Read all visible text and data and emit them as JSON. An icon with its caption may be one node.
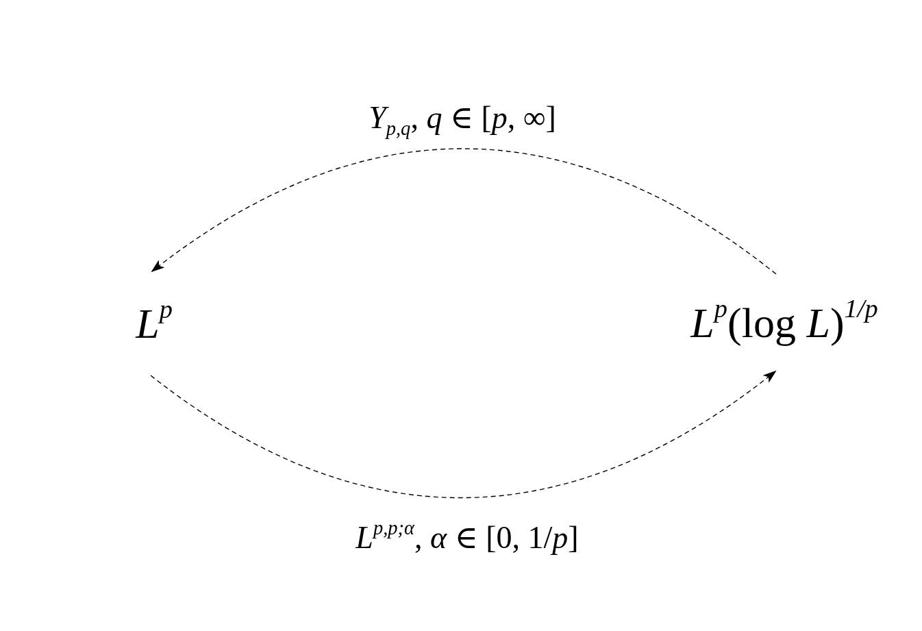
{
  "diagram": {
    "nodes": [
      {
        "text": [
          "*L*$^{p}$"
        ]
      },
      {
        "text": [
          "*L*$^{p}$(log *L*)$^{1/p}$"
        ]
      }
    ],
    "edges": [
      {
        "from": 1,
        "to": 0,
        "arrow": "to",
        "style": "dashed",
        "label": "*Y*$_{p,q}$, *q* ∈ [*p*, ∞]"
      },
      {
        "from": 0,
        "to": 1,
        "arrow": "to",
        "style": "dashed",
        "label": "*L*$^{p,p;α}$, *α* ∈ [0, 1/*p*]"
      }
    ]
  }
}
